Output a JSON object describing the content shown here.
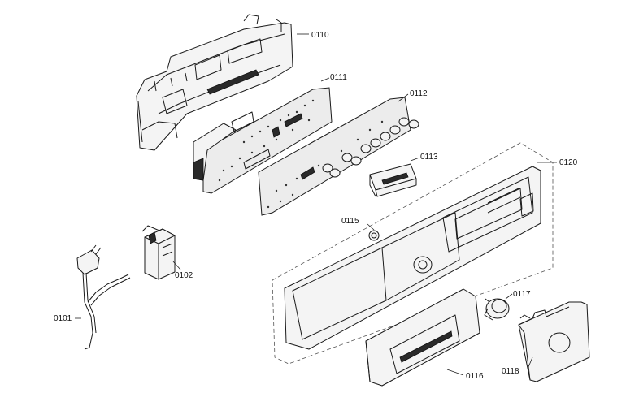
{
  "parts": [
    {
      "id": "p0110",
      "label": "0110"
    },
    {
      "id": "p0111",
      "label": "0111"
    },
    {
      "id": "p0112",
      "label": "0112"
    },
    {
      "id": "p0113",
      "label": "0113"
    },
    {
      "id": "p0115",
      "label": "0115"
    },
    {
      "id": "p0120",
      "label": "0120"
    },
    {
      "id": "p0101",
      "label": "0101"
    },
    {
      "id": "p0102",
      "label": "0102"
    },
    {
      "id": "p0117",
      "label": "0117"
    },
    {
      "id": "p0116",
      "label": "0116"
    },
    {
      "id": "p0118",
      "label": "0118"
    }
  ]
}
